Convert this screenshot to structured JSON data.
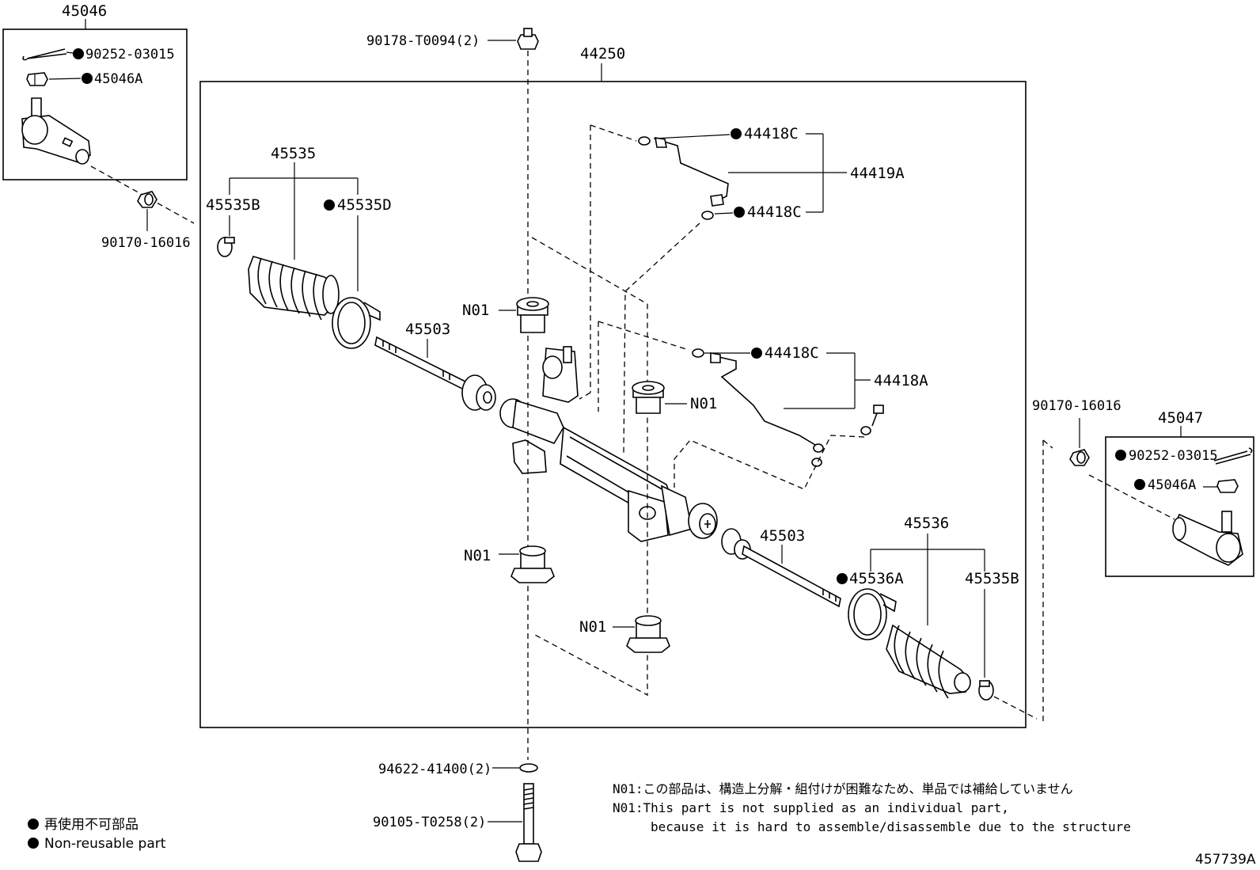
{
  "diagram_id": "457739A",
  "callouts": {
    "assembly": "44250",
    "tie_rod_end_lh": "45046",
    "tie_rod_end_rh": "45047",
    "cotter_pin_lh": "90252-03015",
    "cotter_pin_rh": "90252-03015",
    "nut_lh": "45046A",
    "nut_rh": "45046A",
    "lock_nut_lh": "90170-16016",
    "lock_nut_rh": "90170-16016",
    "bolt_top": "90178-T0094(2)",
    "washer_bottom": "94622-41400(2)",
    "bolt_bottom": "90105-T0258(2)",
    "boot_lh": "45535",
    "boot_clip_lh": "45535B",
    "boot_clamp_lh": "45535D",
    "tie_rod_lh": "45503",
    "tie_rod_rh": "45503",
    "boot_rh": "45536",
    "boot_clamp_rh": "45536A",
    "boot_clip_rh": "45535B",
    "oring_upper_a": "44418C",
    "oring_upper_b": "44418C",
    "oring_lower": "44418C",
    "tube_upper": "44419A",
    "tube_lower": "44418A",
    "grommet_1": "N01",
    "grommet_2": "N01",
    "grommet_3": "N01",
    "grommet_4": "N01"
  },
  "notes": {
    "jp": "N01:この部品は、構造上分解・組付けが困難なため、単品では補給していません",
    "en_line1": "N01:This part is not supplied as an individual part,",
    "en_line2": "because it is hard to assemble/disassemble due to the structure"
  },
  "legend": {
    "jp": "再使用不可部品",
    "en": "Non-reusable part"
  }
}
